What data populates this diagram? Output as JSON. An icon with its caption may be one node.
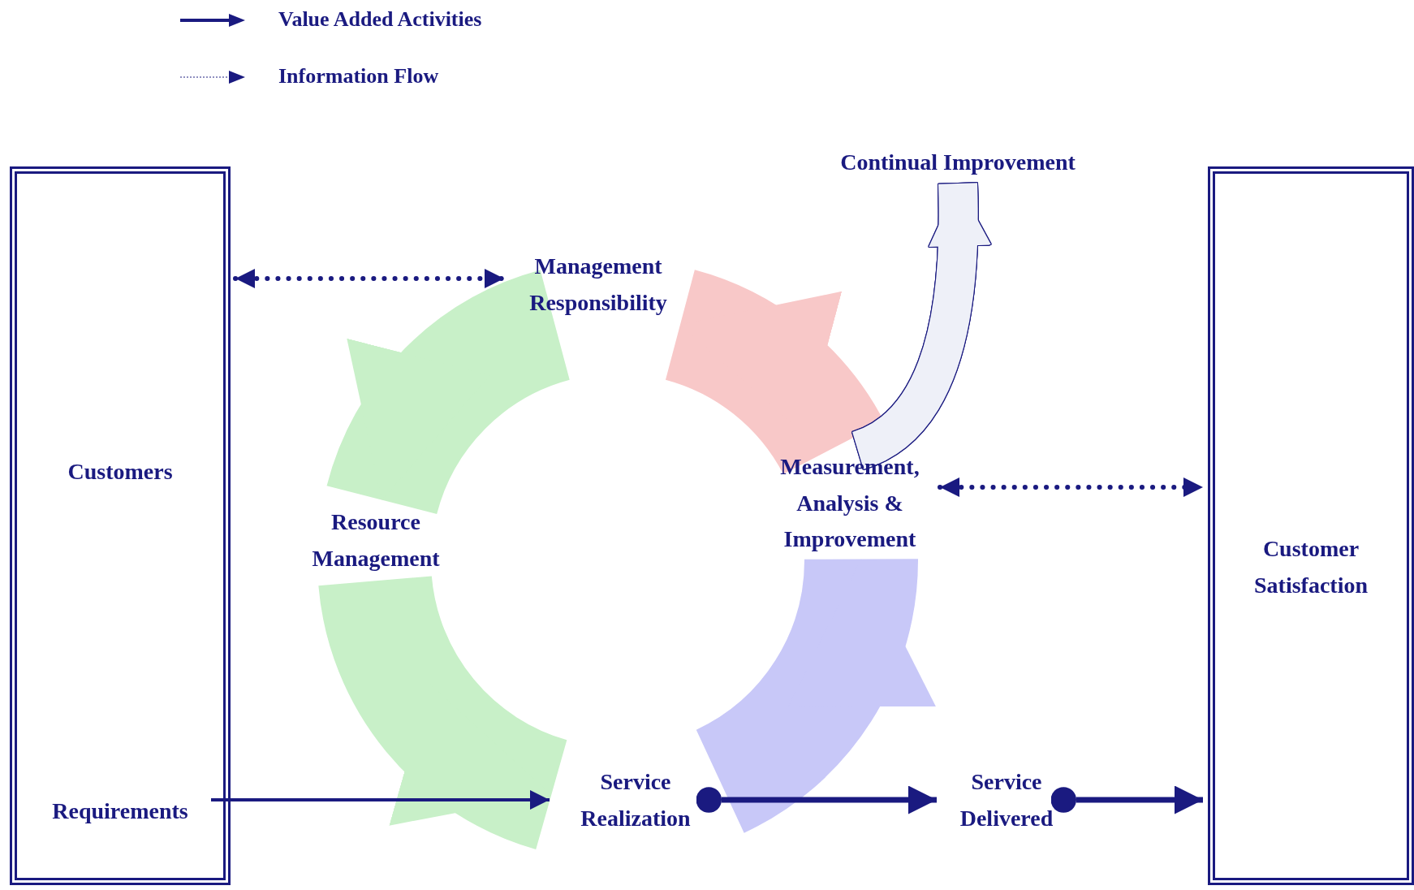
{
  "diagram": {
    "nodes": [
      {
        "text": [
          "Customers"
        ]
      },
      {
        "text": [
          "Requirements"
        ],
        "in": 0
      },
      {
        "text": [
          "Management Responsibility"
        ]
      },
      {
        "text": [
          "Continual Improvement"
        ]
      },
      {
        "text": [
          "Resource Management"
        ]
      },
      {
        "text": [
          "Measurement, Analysis & Improvement"
        ]
      },
      {
        "text": [
          "Customer Satisfaction"
        ]
      },
      {
        "text": [
          "Service Realization"
        ]
      },
      {
        "text": [
          "Service Delivered"
        ]
      }
    ],
    "edges": [
      {
        "from": 0,
        "to": 2,
        "arrow": "both",
        "style": "dashed"
      },
      {
        "from": 5,
        "to": 6,
        "arrow": "both",
        "style": "dashed"
      },
      {
        "from": 2,
        "to": 4,
        "arrow": "to",
        "style": "thick",
        "color": "#c8f0c8"
      },
      {
        "from": 4,
        "to": 7,
        "arrow": "to",
        "style": "thick",
        "color": "#c8f0c8"
      },
      {
        "from": 7,
        "to": 5,
        "arrow": "to",
        "style": "thick",
        "color": "#c8c8f8"
      },
      {
        "from": 5,
        "to": 2,
        "arrow": "to",
        "style": "thick",
        "color": "#f8c8c8"
      },
      {
        "from": 1,
        "to": 7,
        "arrow": "to"
      },
      {
        "from": 7,
        "to": 8,
        "arrow": "to"
      },
      {
        "from": 8,
        "to": 6,
        "arrow": "to"
      },
      {
        "from": 5,
        "to": 3,
        "arrow": "to",
        "style": "thick",
        "color": "#eef0f8"
      }
    ],
    "legend": [
      {
        "text": "Value Added Activities"
      },
      {
        "text": "Information Flow"
      }
    ]
  }
}
